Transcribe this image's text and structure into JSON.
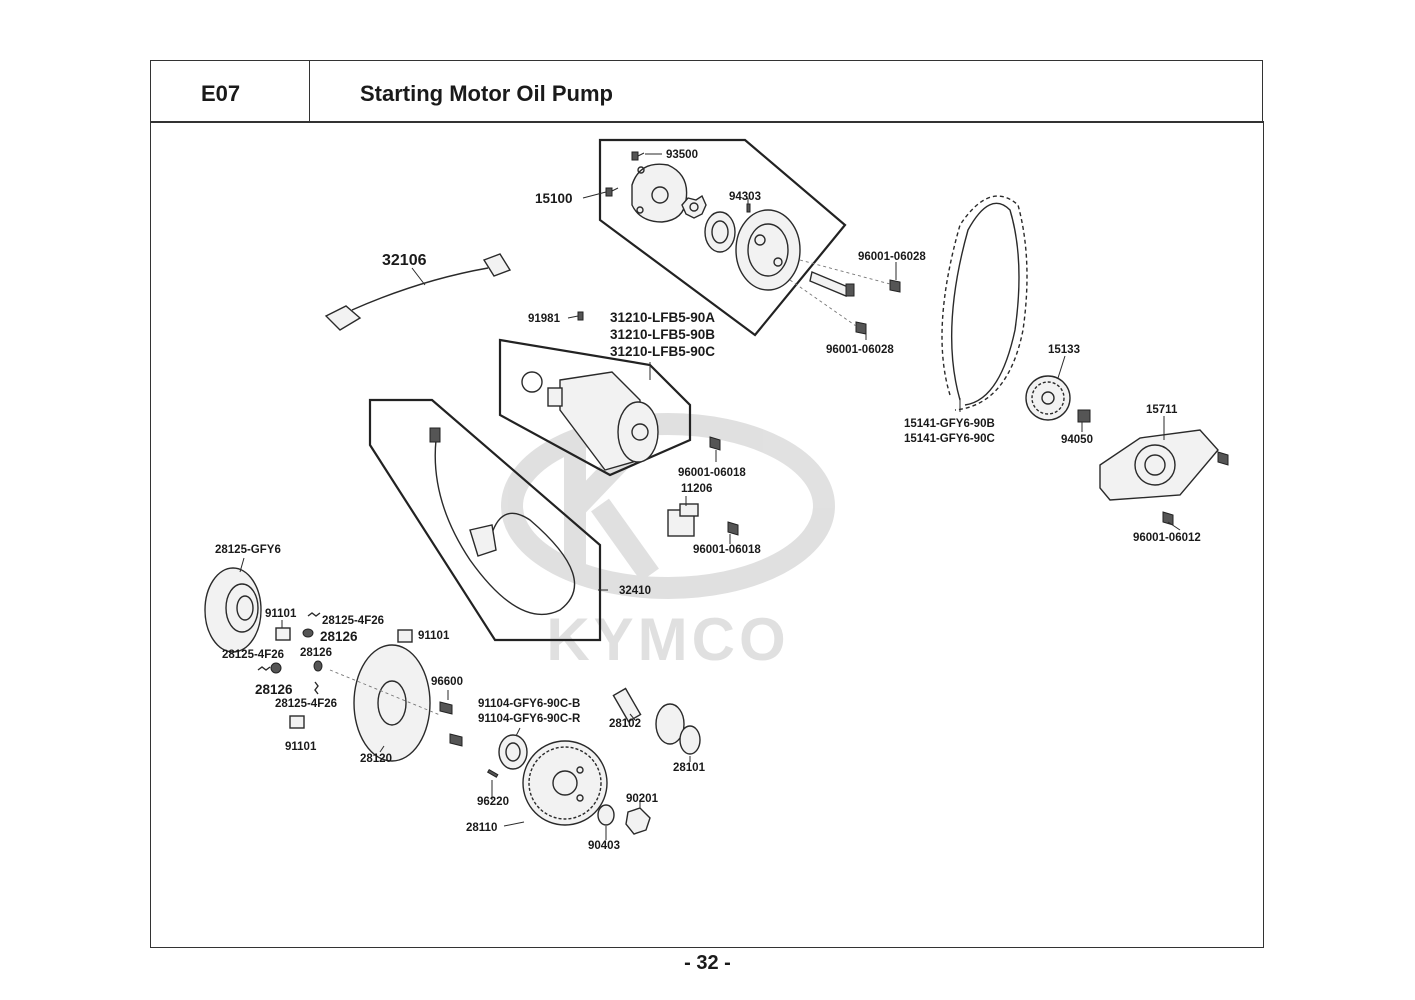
{
  "header": {
    "section_code": "E07",
    "title": "Starting Motor  Oil Pump"
  },
  "watermark": {
    "text": "KYMCO",
    "color": "#c8c8c8"
  },
  "parts": {
    "p93500": "93500",
    "p15100": "15100",
    "p94303": "94303",
    "p96001_06028_a": "96001-06028",
    "p96001_06028_b": "96001-06028",
    "p32106": "32106",
    "p91981": "91981",
    "p31210_a": "31210-LFB5-90A",
    "p31210_b": "31210-LFB5-90B",
    "p31210_c": "31210-LFB5-90C",
    "p15133": "15133",
    "p15141_b": "15141-GFY6-90B",
    "p15141_c": "15141-GFY6-90C",
    "p94050": "94050",
    "p15711": "15711",
    "p96001_06012": "96001-06012",
    "p96001_06018_a": "96001-06018",
    "p11206": "11206",
    "p96001_06018_b": "96001-06018",
    "p28125_gfy6": "28125-GFY6",
    "p32410": "32410",
    "p91101_a": "91101",
    "p28125_4f26_a": "28125-4F26",
    "p28126_a": "28126",
    "p91101_b": "91101",
    "p28125_4f26_b": "28125-4F26",
    "p28126_b": "28126",
    "p28126_c": "28126",
    "p28125_4f26_c": "28125-4F26",
    "p91101_c": "91101",
    "p96600": "96600",
    "p28120": "28120",
    "p91104_b": "91104-GFY6-90C-B",
    "p91104_r": "91104-GFY6-90C-R",
    "p28102": "28102",
    "p28101": "28101",
    "p96220": "96220",
    "p90201": "90201",
    "p28110": "28110",
    "p90403": "90403"
  },
  "footer": {
    "page_number": "- 32 -"
  }
}
